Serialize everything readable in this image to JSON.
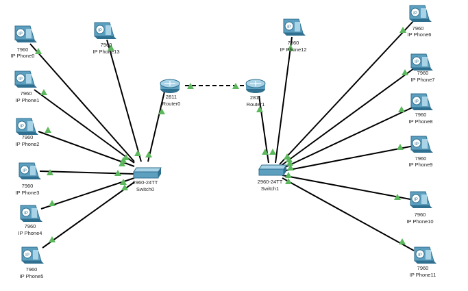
{
  "devices": {
    "phones": [
      {
        "id": "p0",
        "model": "7960",
        "name": "IP Phone0"
      },
      {
        "id": "p1",
        "model": "7960",
        "name": "IP Phone1"
      },
      {
        "id": "p2",
        "model": "7960",
        "name": "IP Phone2"
      },
      {
        "id": "p3",
        "model": "7960",
        "name": "IP Phone3"
      },
      {
        "id": "p4",
        "model": "7960",
        "name": "IP Phone4"
      },
      {
        "id": "p5",
        "model": "7960",
        "name": "IP Phone5"
      },
      {
        "id": "p13",
        "model": "7960",
        "name": "IP Phone13"
      },
      {
        "id": "p12",
        "model": "7960",
        "name": "IP Phone12"
      },
      {
        "id": "p6",
        "model": "7960",
        "name": "IP Phone6"
      },
      {
        "id": "p7",
        "model": "7960",
        "name": "IP Phone7"
      },
      {
        "id": "p8",
        "model": "7960",
        "name": "IP Phone8"
      },
      {
        "id": "p9",
        "model": "7960",
        "name": "IP Phone9"
      },
      {
        "id": "p10",
        "model": "7960",
        "name": "IP Phone10"
      },
      {
        "id": "p11",
        "model": "7960",
        "name": "IP Phone11"
      }
    ],
    "routers": [
      {
        "id": "r0",
        "model": "2811",
        "name": "Router0"
      },
      {
        "id": "r1",
        "model": "2811",
        "name": "Router1"
      }
    ],
    "switches": [
      {
        "id": "s0",
        "model": "2960-24TT",
        "name": "Switch0"
      },
      {
        "id": "s1",
        "model": "2960-24TT",
        "name": "Switch1"
      }
    ]
  },
  "links": [
    {
      "from": "p0",
      "to": "s0",
      "type": "straight"
    },
    {
      "from": "p1",
      "to": "s0",
      "type": "straight"
    },
    {
      "from": "p2",
      "to": "s0",
      "type": "straight"
    },
    {
      "from": "p3",
      "to": "s0",
      "type": "straight"
    },
    {
      "from": "p4",
      "to": "s0",
      "type": "straight"
    },
    {
      "from": "p5",
      "to": "s0",
      "type": "straight"
    },
    {
      "from": "p13",
      "to": "s0",
      "type": "straight"
    },
    {
      "from": "r0",
      "to": "s0",
      "type": "straight"
    },
    {
      "from": "r0",
      "to": "r1",
      "type": "dashed"
    },
    {
      "from": "r1",
      "to": "s1",
      "type": "straight"
    },
    {
      "from": "p12",
      "to": "s1",
      "type": "straight"
    },
    {
      "from": "p6",
      "to": "s1",
      "type": "straight"
    },
    {
      "from": "p7",
      "to": "s1",
      "type": "straight"
    },
    {
      "from": "p8",
      "to": "s1",
      "type": "straight"
    },
    {
      "from": "p9",
      "to": "s1",
      "type": "straight"
    },
    {
      "from": "p10",
      "to": "s1",
      "type": "straight"
    },
    {
      "from": "p11",
      "to": "s1",
      "type": "straight"
    }
  ],
  "colors": {
    "link": "#000000",
    "port_up": "#5cb85c",
    "device_body": "#5d9fbf",
    "device_dark": "#2f6f8f",
    "device_light": "#a9d3e6",
    "label": "#222222"
  }
}
